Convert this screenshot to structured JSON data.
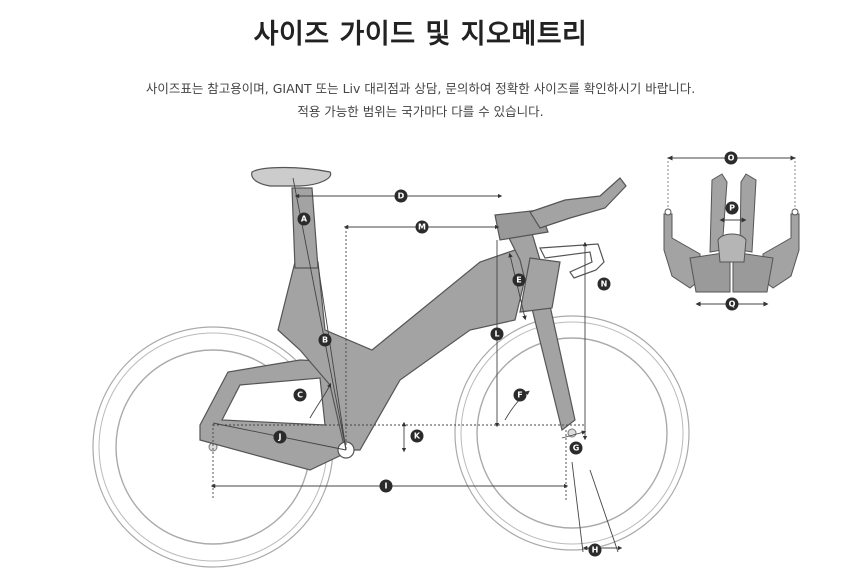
{
  "page": {
    "title": "사이즈 가이드 및 지오메트리",
    "description_line1": "사이즈표는 참고용이며, GIANT 또는 Liv 대리점과 상담, 문의하여 정확한 사이즈를 확인하시기 바랍니다.",
    "description_line2": "적용 가능한 범위는 국가마다 다를 수 있습니다."
  },
  "diagram": {
    "labels": [
      "A",
      "B",
      "C",
      "D",
      "E",
      "F",
      "G",
      "H",
      "I",
      "J",
      "K",
      "L",
      "M",
      "N",
      "O",
      "P",
      "Q"
    ],
    "colors": {
      "frame": "#a3a3a3",
      "outline": "#555555",
      "label_bg": "#2b2b2b",
      "wheel": "#9a9a9a"
    }
  }
}
